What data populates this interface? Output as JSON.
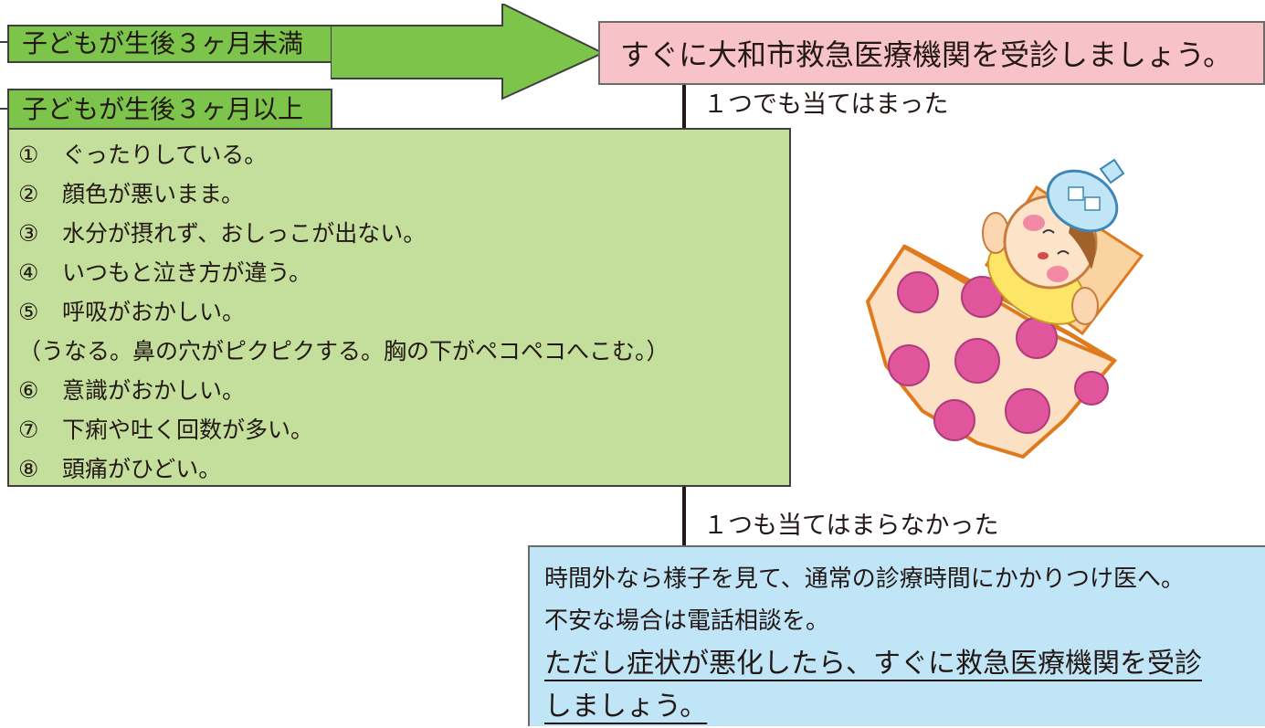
{
  "flow": {
    "under_3_months_label": "子どもが生後３ヶ月未満",
    "over_3_months_label": "子どもが生後３ヶ月以上",
    "emergency_text": "すぐに大和市救急医療機関を受診しましょう。",
    "branch_yes": "１つでも当てはまった",
    "branch_no": "１つも当てはまらなかった"
  },
  "checklist": [
    {
      "num": "①",
      "text": "ぐったりしている。"
    },
    {
      "num": "②",
      "text": "顔色が悪いまま。"
    },
    {
      "num": "③",
      "text": "水分が摂れず、おしっこが出ない。"
    },
    {
      "num": "④",
      "text": "いつもと泣き方が違う。"
    },
    {
      "num": "⑤",
      "text": "呼吸がおかしい。"
    },
    {
      "num": "",
      "text": "（うなる。鼻の穴がピクピクする。胸の下がペコペコへこむ。）"
    },
    {
      "num": "⑥",
      "text": "意識がおかしい。"
    },
    {
      "num": "⑦",
      "text": "下痢や吐く回数が多い。"
    },
    {
      "num": "⑧",
      "text": "頭痛がひどい。"
    }
  ],
  "advice": {
    "line1": "時間外なら様子を見て、通常の診療時間にかかりつけ医へ。",
    "line2": "不安な場合は電話相談を。",
    "line3": "ただし症状が悪化したら、すぐに救急医療機関を受診",
    "line4": "しましょう。"
  },
  "colors": {
    "green_label": "#7cc44a",
    "green_panel": "#c4df9b",
    "pink_box": "#f7c3c9",
    "blue_box": "#bfe5f6",
    "dot_pink": "#e0559c",
    "blanket_orange": "#f39a3c"
  },
  "illustration": "sick-baby-sleeping"
}
